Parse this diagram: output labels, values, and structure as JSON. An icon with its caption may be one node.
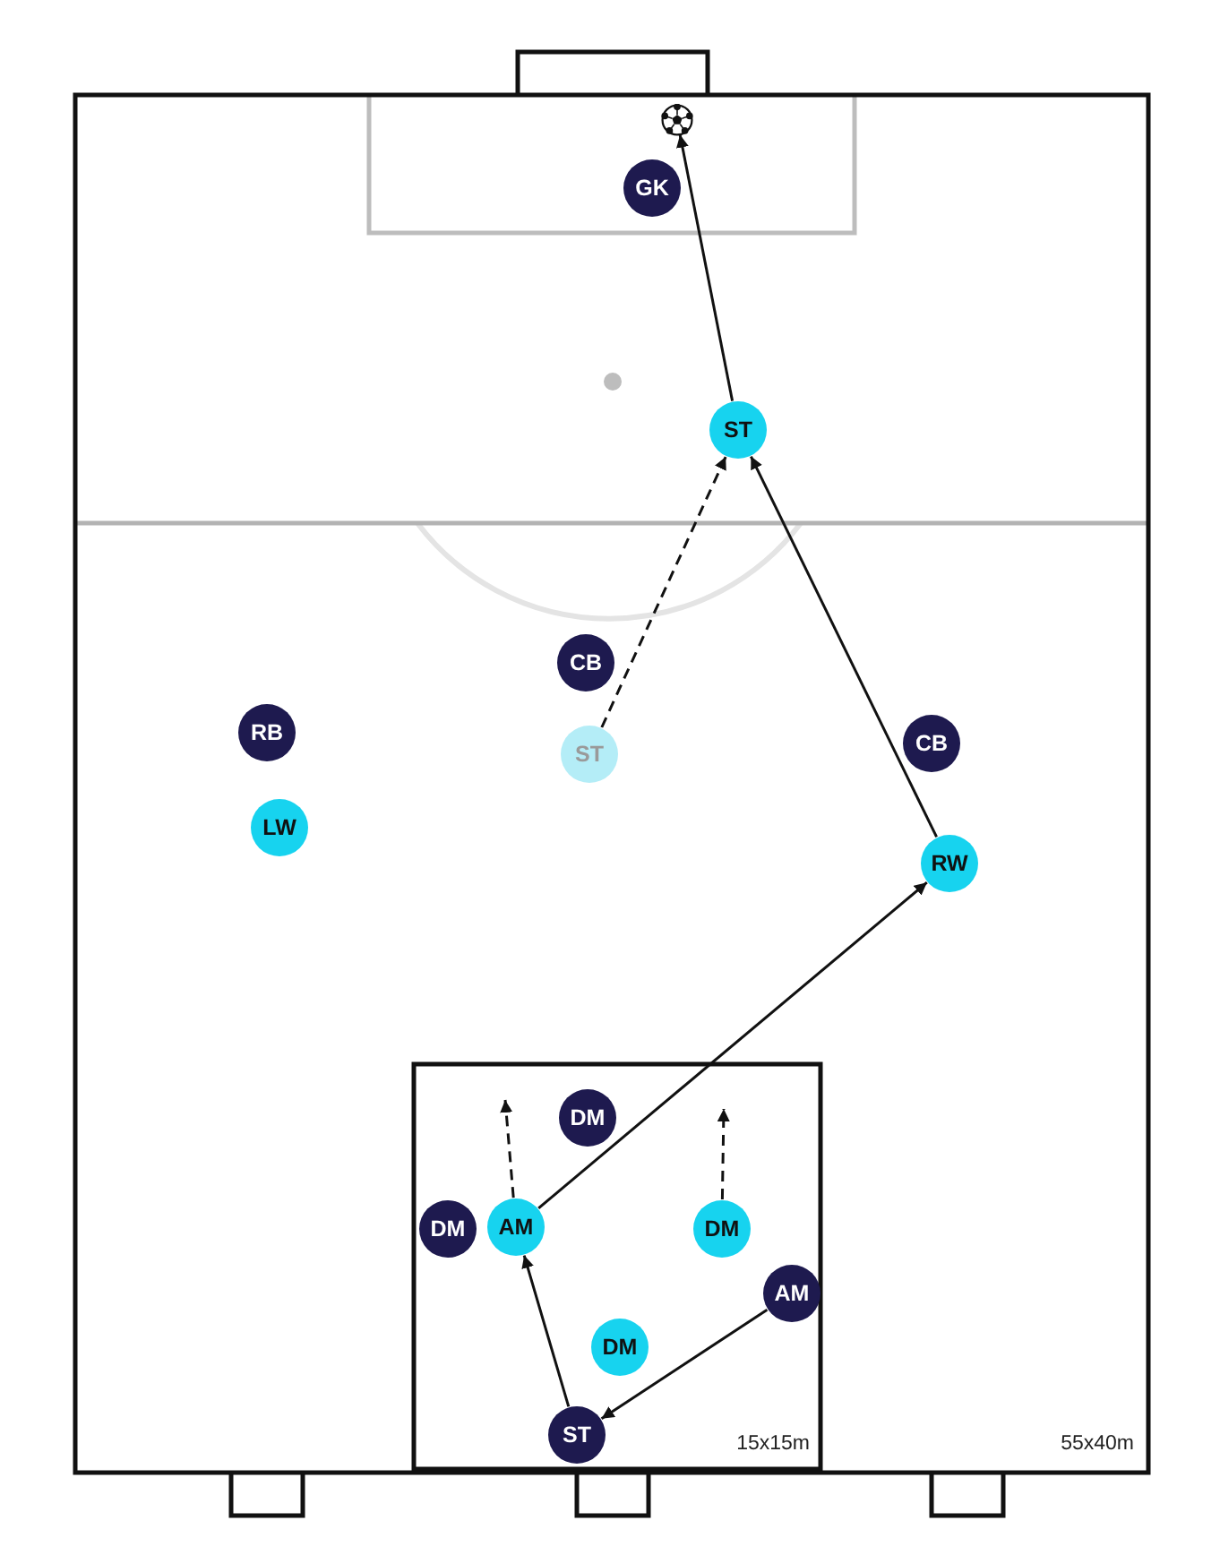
{
  "diagram": {
    "nodes": [
      {
        "text": [],
        "shape": "ball"
      },
      {
        "text": [
          "GK"
        ]
      },
      {
        "text": [
          "ST"
        ]
      },
      {
        "text": [
          "CB"
        ]
      },
      {
        "text": [
          "RB"
        ]
      },
      {
        "text": [
          "CB"
        ]
      },
      {
        "text": [
          "ST"
        ]
      },
      {
        "text": [
          "LW"
        ]
      },
      {
        "text": [
          "RW"
        ]
      },
      {
        "text": [
          "DM"
        ]
      },
      {
        "text": [
          "DM"
        ]
      },
      {
        "text": [
          "AM"
        ]
      },
      {
        "text": [
          "DM"
        ]
      },
      {
        "text": [
          "AM"
        ]
      },
      {
        "text": [
          "DM"
        ]
      },
      {
        "text": [
          "ST"
        ]
      }
    ],
    "edges": [
      {
        "from": 15,
        "to": 11,
        "arrow": "to"
      },
      {
        "from": 13,
        "to": 15,
        "arrow": "to"
      },
      {
        "from": 11,
        "to": 8,
        "arrow": "to"
      },
      {
        "from": 8,
        "to": 2,
        "arrow": "to"
      },
      {
        "from": 2,
        "to": 0,
        "arrow": "to"
      },
      {
        "from": 6,
        "to": 2,
        "arrow": "to",
        "style": "dashed"
      },
      {
        "from": 11,
        "to": null,
        "arrow": "to",
        "style": "dashed"
      },
      {
        "from": 12,
        "to": null,
        "arrow": "to",
        "style": "dashed"
      }
    ],
    "labels": [
      "15x15m",
      "55x40m"
    ]
  }
}
